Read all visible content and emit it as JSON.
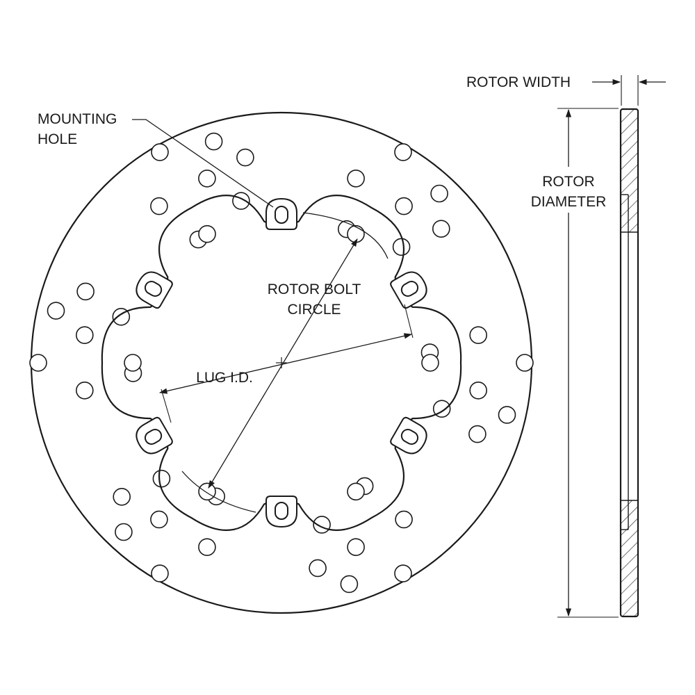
{
  "labels": {
    "mounting_hole_1": "MOUNTING",
    "mounting_hole_2": "HOLE",
    "rotor_width": "ROTOR WIDTH",
    "rotor_diameter_1": "ROTOR",
    "rotor_diameter_2": "DIAMETER",
    "bolt_circle_1": "ROTOR BOLT",
    "bolt_circle_2": "CIRCLE",
    "lug_id": "LUG I.D."
  },
  "colors": {
    "line": "#1a1a1a",
    "background": "#ffffff"
  },
  "mounting_hole_count": 6,
  "icons": {
    "mounting_tab": "slotted-hole-tab",
    "section_hatch": "diagonal-hatch"
  }
}
